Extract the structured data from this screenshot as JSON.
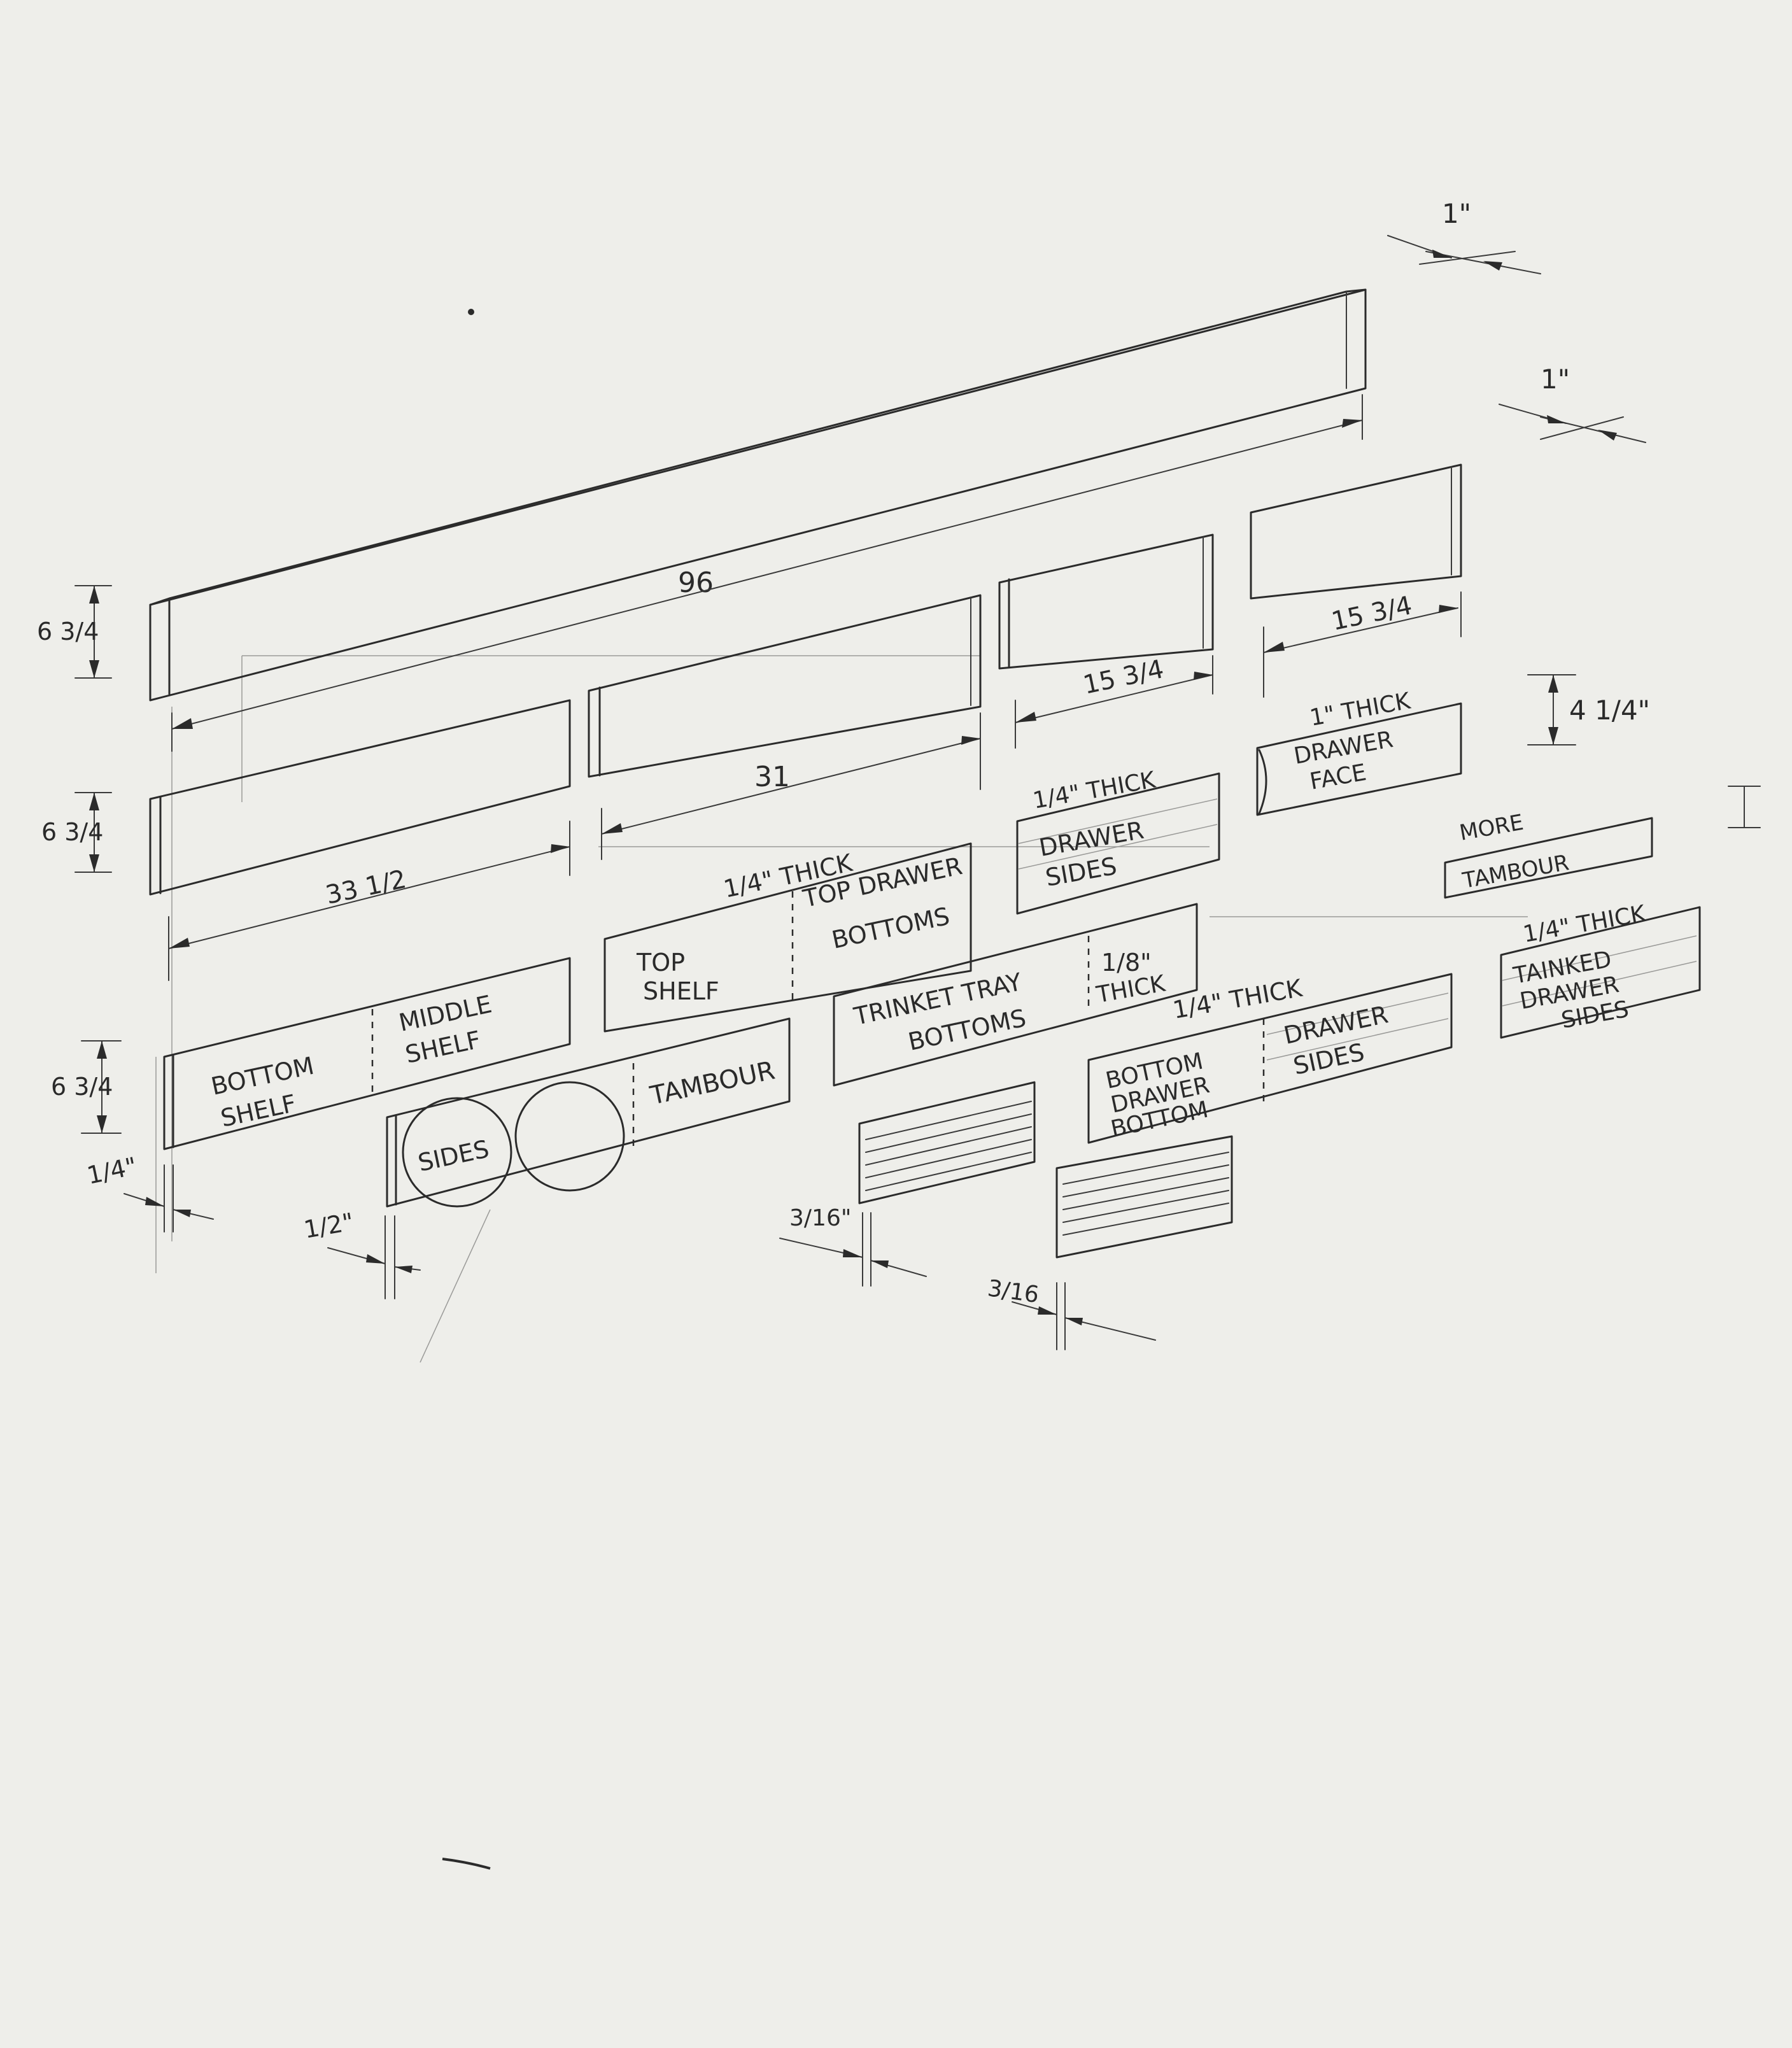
{
  "colors": {
    "paper": "#eeeeea",
    "ink": "#2b2b2b",
    "guide": "#9a9a98"
  },
  "dims": {
    "d96": "96",
    "d31": "31",
    "d33_5": "33 1/2",
    "d15_3_4_a": "15 3/4",
    "d15_3_4_b": "15 3/4",
    "h6_3_4_a": "6 3/4",
    "h6_3_4_b": "6 3/4",
    "h6_3_4_c": "6 3/4",
    "h4_1_4": "4 1/4\"",
    "t1_top": "1\"",
    "t1_mid": "1\"",
    "t1_4": "1/4\"",
    "t1_2": "1/2\"",
    "t3_16_a": "3/16\"",
    "t3_16_b": "3/16"
  },
  "labels": {
    "quarter_thick_a": "1/4\" THICK",
    "quarter_thick_b": "1/4\" THICK",
    "quarter_thick_c": "1/4\" THICK",
    "quarter_thick_d": "1/4\" THICK",
    "one_thick": "1\" THICK",
    "top_drawer_bottoms": [
      "TOP DRAWER",
      "BOTTOMS"
    ],
    "top_shelf": [
      "TOP",
      "SHELF"
    ],
    "drawer_sides_a": [
      "DRAWER",
      "SIDES"
    ],
    "drawer_face": [
      "DRAWER",
      "FACE"
    ],
    "more_tambour": [
      "MORE",
      "TAMBOUR"
    ],
    "tainked_drawer_sides": [
      "TAINKED",
      "DRAWER",
      "SIDES"
    ],
    "trinket_tray": [
      "TRINKET TRAY",
      "BOTTOMS"
    ],
    "eighth_thick": [
      "1/8\"",
      "THICK"
    ],
    "bottom_shelf": [
      "BOTTOM",
      "SHELF"
    ],
    "middle_shelf": [
      "MIDDLE",
      "SHELF"
    ],
    "tambour": "TAMBOUR",
    "sides": "SIDES",
    "bottom_drawer_bottom": [
      "BOTTOM",
      "DRAWER",
      "BOTTOM"
    ],
    "drawer_sides_b": [
      "DRAWER",
      "SIDES"
    ]
  }
}
